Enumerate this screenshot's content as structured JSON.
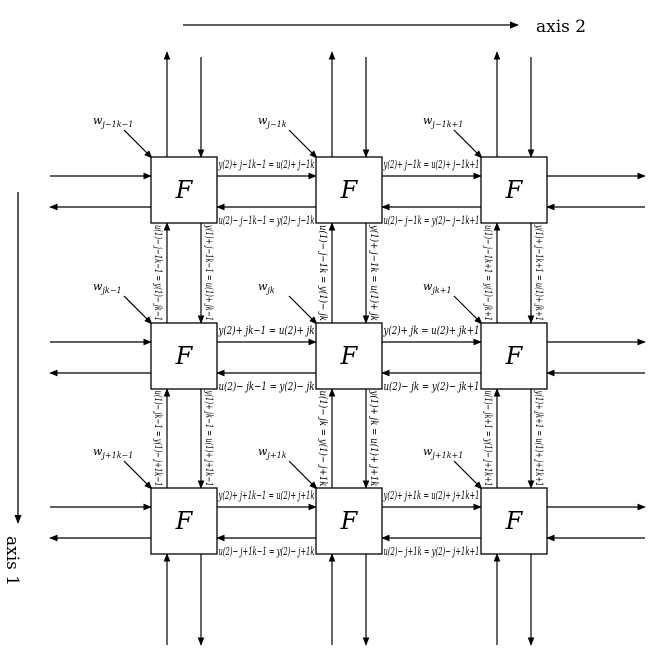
{
  "axes": {
    "axis2": "axis 2",
    "axis1": "axis 1"
  },
  "block_label": "F",
  "blocks": [
    {
      "id": "j-1,k-1",
      "w": "w",
      "w_sub": "j−1k−1"
    },
    {
      "id": "j-1,k",
      "w": "w",
      "w_sub": "j−1k"
    },
    {
      "id": "j-1,k+1",
      "w": "w",
      "w_sub": "j−1k+1"
    },
    {
      "id": "j,k-1",
      "w": "w",
      "w_sub": "jk−1"
    },
    {
      "id": "j,k",
      "w": "w",
      "w_sub": "jk"
    },
    {
      "id": "j,k+1",
      "w": "w",
      "w_sub": "jk+1"
    },
    {
      "id": "j+1,k-1",
      "w": "w",
      "w_sub": "j+1k−1"
    },
    {
      "id": "j+1,k",
      "w": "w",
      "w_sub": "j+1k"
    },
    {
      "id": "j+1,k+1",
      "w": "w",
      "w_sub": "j+1k+1"
    }
  ],
  "horizontal_labels": [
    {
      "top": "y(2)+ j−1k−1 = u(2)+ j−1k",
      "bottom": "u(2)− j−1k−1 = y(2)− j−1k"
    },
    {
      "top": "y(2)+ j−1k = u(2)+ j−1k+1",
      "bottom": "u(2)− j−1k = y(2)− j−1k+1"
    },
    {
      "top": "y(2)+ jk−1 = u(2)+ jk",
      "bottom": "u(2)− jk−1 = y(2)− jk"
    },
    {
      "top": "y(2)+ jk = u(2)+ jk+1",
      "bottom": "u(2)− jk = y(2)− jk+1"
    },
    {
      "top": "y(2)+ j+1k−1 = u(2)+ j+1k",
      "bottom": "u(2)− j+1k−1 = y(2)− j+1k"
    },
    {
      "top": "y(2)+ j+1k = u(2)+ j+1k+1",
      "bottom": "u(2)− j+1k = y(2)− j+1k+1"
    }
  ],
  "vertical_labels": [
    {
      "left": "u(1)− j−1k−1 = y(1)− jk−1",
      "right": "y(1)+ j−1k−1 = u(1)+ jk−1"
    },
    {
      "left": "u(1)− j−1k = y(1)− jk",
      "right": "y(1)+ j−1k = u(1)+ jk"
    },
    {
      "left": "u(1)− j−1k+1 = y(1)− jk+1",
      "right": "y(1)+ j−1k+1 = u(1)+ jk+1"
    },
    {
      "left": "u(1)− jk−1 = y(1)− j+1k−1",
      "right": "y(1)+ jk−1 = u(1)+ j+1k−1"
    },
    {
      "left": "u(1)− jk = y(1)− j+1k",
      "right": "y(1)+ jk = u(1)+ j+1k"
    },
    {
      "left": "u(1)− jk+1 = y(1)− j+1k+1",
      "right": "y(1)+ jk+1 = u(1)+ j+1k+1"
    }
  ]
}
